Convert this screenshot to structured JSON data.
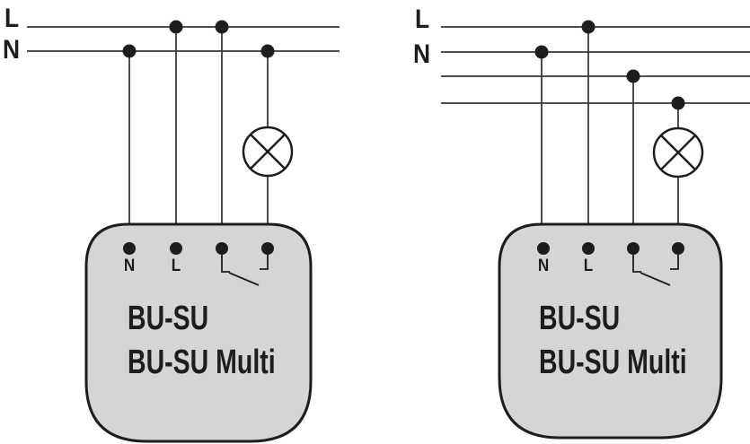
{
  "left": {
    "line_labels": {
      "l": "L",
      "n": "N"
    },
    "terminals": {
      "n": "N",
      "l": "L"
    },
    "device": {
      "line1": "BU-SU",
      "line2": "BU-SU Multi"
    }
  },
  "right": {
    "line_labels": {
      "l": "L",
      "n": "N"
    },
    "terminals": {
      "n": "N",
      "l": "L"
    },
    "device": {
      "line1": "BU-SU",
      "line2": "BU-SU Multi"
    }
  },
  "icons": {
    "lamp": "lamp-icon (circle with inscribed X)",
    "switch": "open-switch-contact-icon"
  },
  "colors": {
    "background": "#ffffff",
    "device_fill": "#d5d5d5",
    "outline": "#1d1d1b",
    "bus_line": "#4d4d4d",
    "wire": "#3a3a3a"
  }
}
